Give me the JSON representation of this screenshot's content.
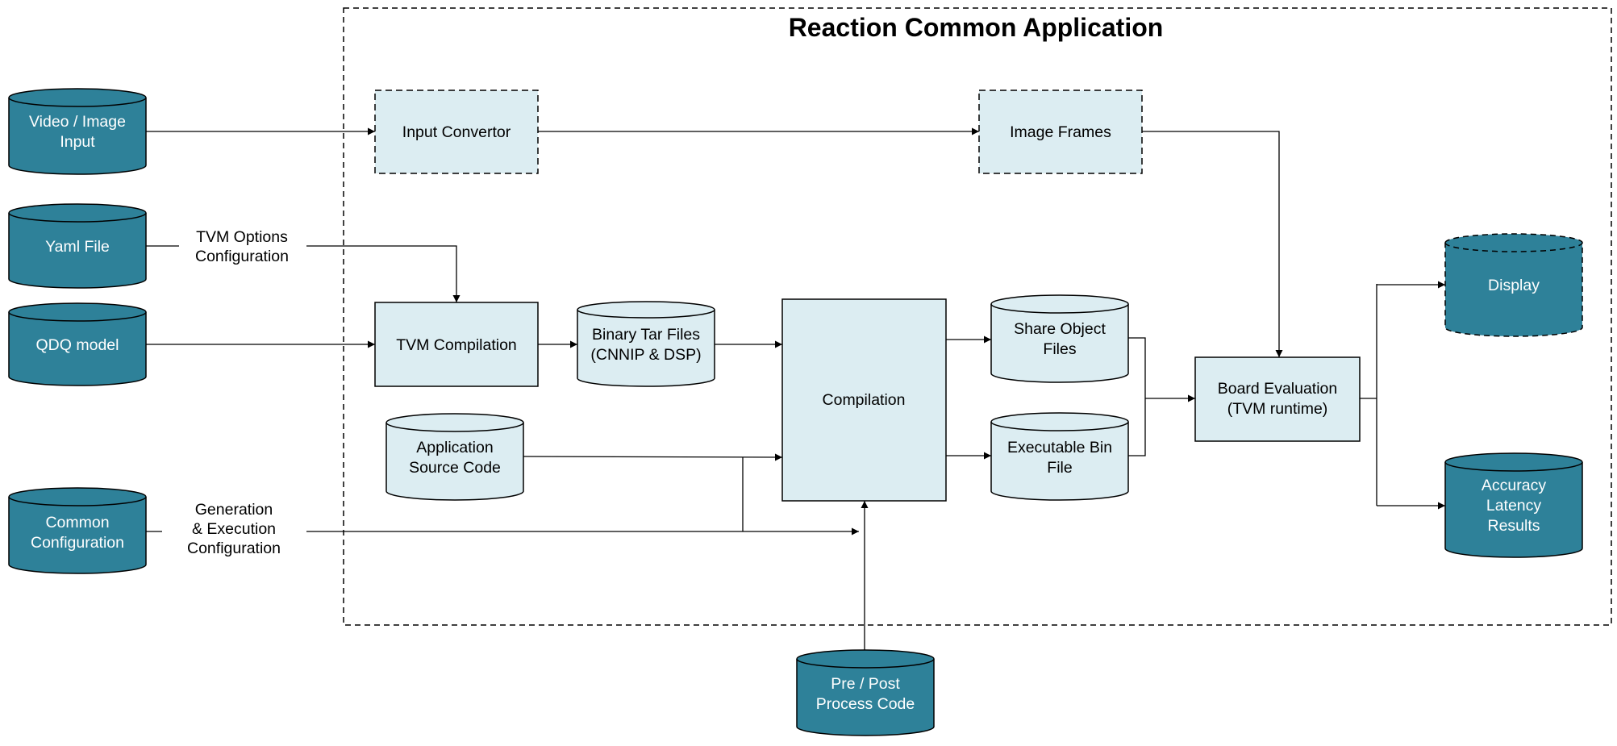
{
  "title": "Reaction Common Application",
  "colors": {
    "dark_cylinder": "#2e8199",
    "light_fill": "#dcedf2",
    "line": "#000000"
  },
  "inputs": {
    "video_image": [
      "Video / Image",
      "Input"
    ],
    "yaml": [
      "Yaml File"
    ],
    "qdq": [
      "QDQ model"
    ],
    "common_config": [
      "Common",
      "Configuration"
    ],
    "pre_post": [
      "Pre / Post",
      "Process Code"
    ]
  },
  "edge_labels": {
    "tvm_options": [
      "TVM Options",
      "Configuration"
    ],
    "gen_exec": [
      "Generation",
      "&  Execution",
      "Configuration"
    ]
  },
  "nodes": {
    "input_convertor": [
      "Input Convertor"
    ],
    "image_frames": [
      "Image Frames"
    ],
    "tvm_compilation": [
      "TVM Compilation"
    ],
    "binary_tar": [
      "Binary Tar Files",
      "(CNNIP & DSP)"
    ],
    "app_source": [
      "Application",
      "Source Code"
    ],
    "compilation": [
      "Compilation"
    ],
    "share_object": [
      "Share Object",
      "Files"
    ],
    "executable_bin": [
      "Executable Bin",
      "File"
    ],
    "board_eval": [
      "Board Evaluation",
      "(TVM runtime)"
    ]
  },
  "outputs": {
    "display": [
      "Display"
    ],
    "results": [
      "Accuracy",
      "Latency",
      "Results"
    ]
  }
}
